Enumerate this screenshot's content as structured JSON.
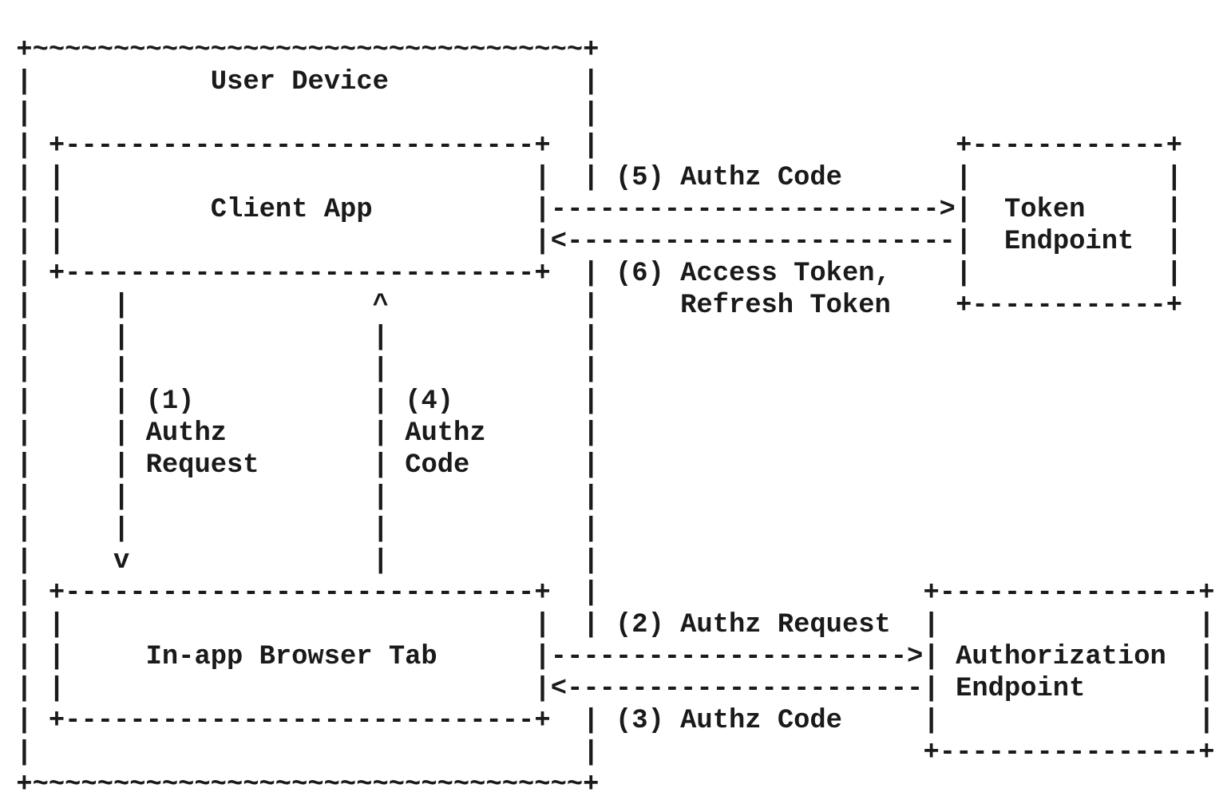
{
  "diagram": {
    "title_semantic": "OAuth 2.0 authorization code flow for native apps via in-app browser tab",
    "ink_color": "#1a1a1a",
    "background_color": "#ffffff",
    "user_device": {
      "title": "User Device",
      "frame": "+~~~~~~~~~~~~~~~~~~~~~~~~~~~~~~~~~~+\n|                                  |\n|                                  |\n|                                  |\n|                                  |\n|\n|\n|                                  |\n|                                  |\n|                                  |\n|                                  |\n|                                  |\n|                                  |\n|                                  |\n|                                  |\n|                                  |\n|                                  |\n|                                  |\n|                                  |\n|\n|\n|                                  |\n|                                  |\n+~~~~~~~~~~~~~~~~~~~~~~~~~~~~~~~~~~+"
    },
    "client_app": {
      "label": "Client App",
      "box": "+-----------------------------+\n|                             |\n|                             |\n|                             |\n+-----------------------------+"
    },
    "in_app_browser_tab": {
      "label": "In-app Browser Tab",
      "box": "+-----------------------------+\n|                             |\n|                             |\n|                             |\n+-----------------------------+"
    },
    "token_endpoint": {
      "label": "Token\nEndpoint",
      "box": "+------------+\n|            |\n|            |\n|            |\n|            |\n+------------+"
    },
    "authorization_endpoint": {
      "label": "Authorization\nEndpoint",
      "box": "+----------------+\n|                |\n|                |\n|                |\n|                |\n+----------------+"
    },
    "arrows": {
      "step1_down": "|\n|\n|\n|\n|\n|\n|\n|\nv",
      "step4_up": "^\n|\n|\n|\n|\n|\n|\n|\n|",
      "step5_forward": "------------------------>",
      "step6_return": "<------------------------",
      "step2_forward": "---------------------->",
      "step3_return": "<----------------------"
    },
    "labels": {
      "step1": "(1)\nAuthz\nRequest",
      "step2": "(2) Authz Request",
      "step3": "(3) Authz Code",
      "step4": "(4)\nAuthz\nCode",
      "step5": "(5) Authz Code",
      "step6_line1": "(6) Access Token,",
      "step6_line2": "Refresh Token"
    }
  }
}
